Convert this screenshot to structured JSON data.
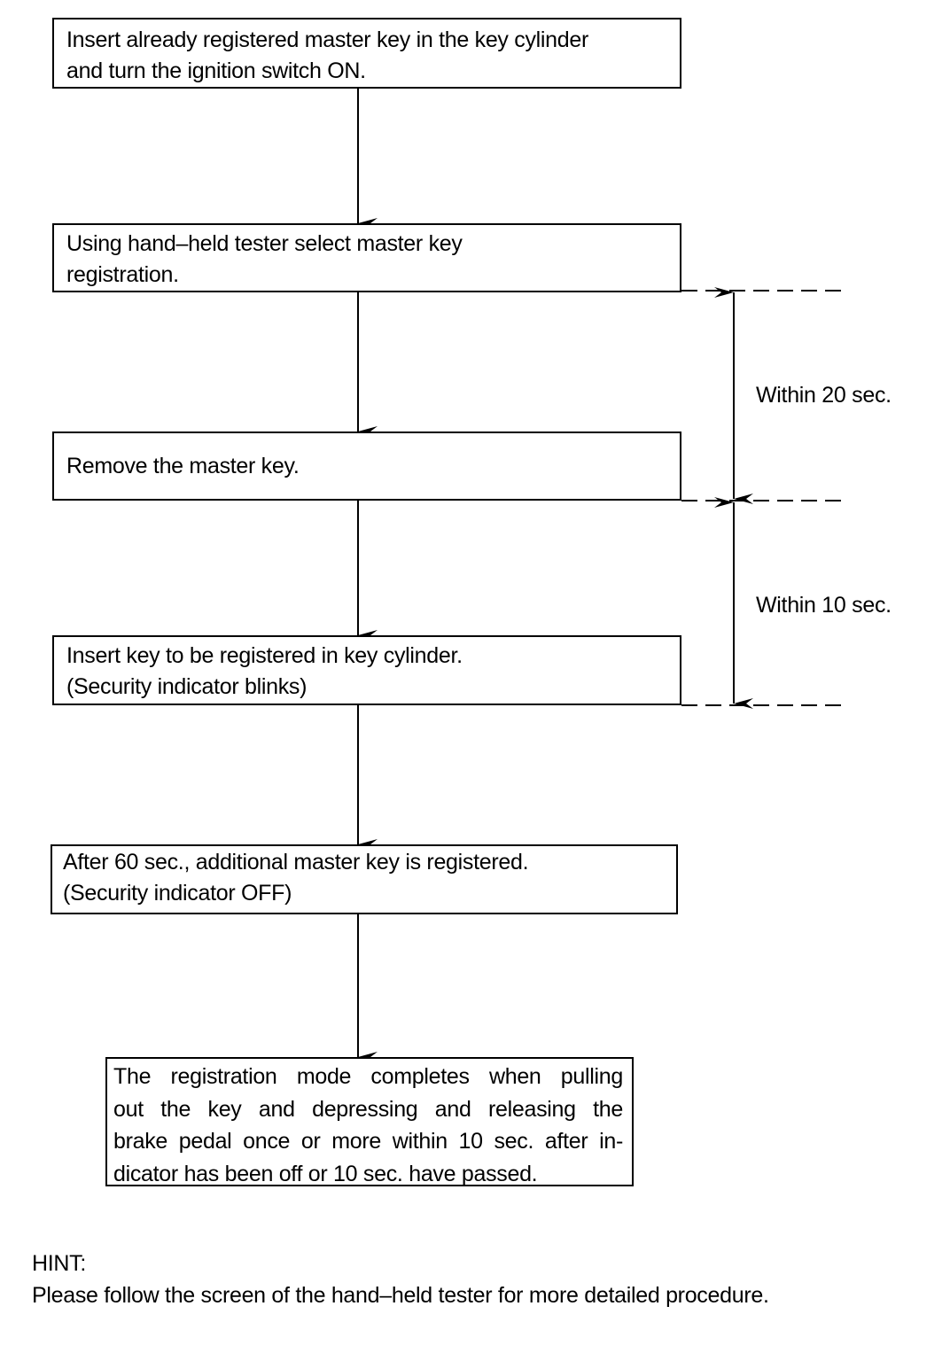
{
  "steps": [
    {
      "lines": [
        "Insert already registered master key in the key cylinder",
        "and turn the ignition switch ON."
      ]
    },
    {
      "lines": [
        "Using hand–held tester select master key",
        "registration."
      ]
    },
    {
      "lines": [
        "Remove the master key."
      ]
    },
    {
      "lines": [
        "Insert key to be registered in key cylinder.",
        "(Security indicator blinks)"
      ]
    },
    {
      "lines": [
        "After 60 sec., additional master key is registered.",
        "(Security indicator OFF)"
      ]
    },
    {
      "lines": [
        "The registration mode completes when pulling",
        "out the key and depressing and releasing the",
        "brake pedal once or more within 10 sec. after in-",
        "dicator has been off or 10 sec. have passed."
      ]
    }
  ],
  "timings": [
    {
      "label": "Within 20 sec."
    },
    {
      "label": "Within 10 sec."
    }
  ],
  "hint": {
    "heading": "HINT:",
    "text": "Please follow the screen of the hand–held tester for more detailed procedure."
  }
}
